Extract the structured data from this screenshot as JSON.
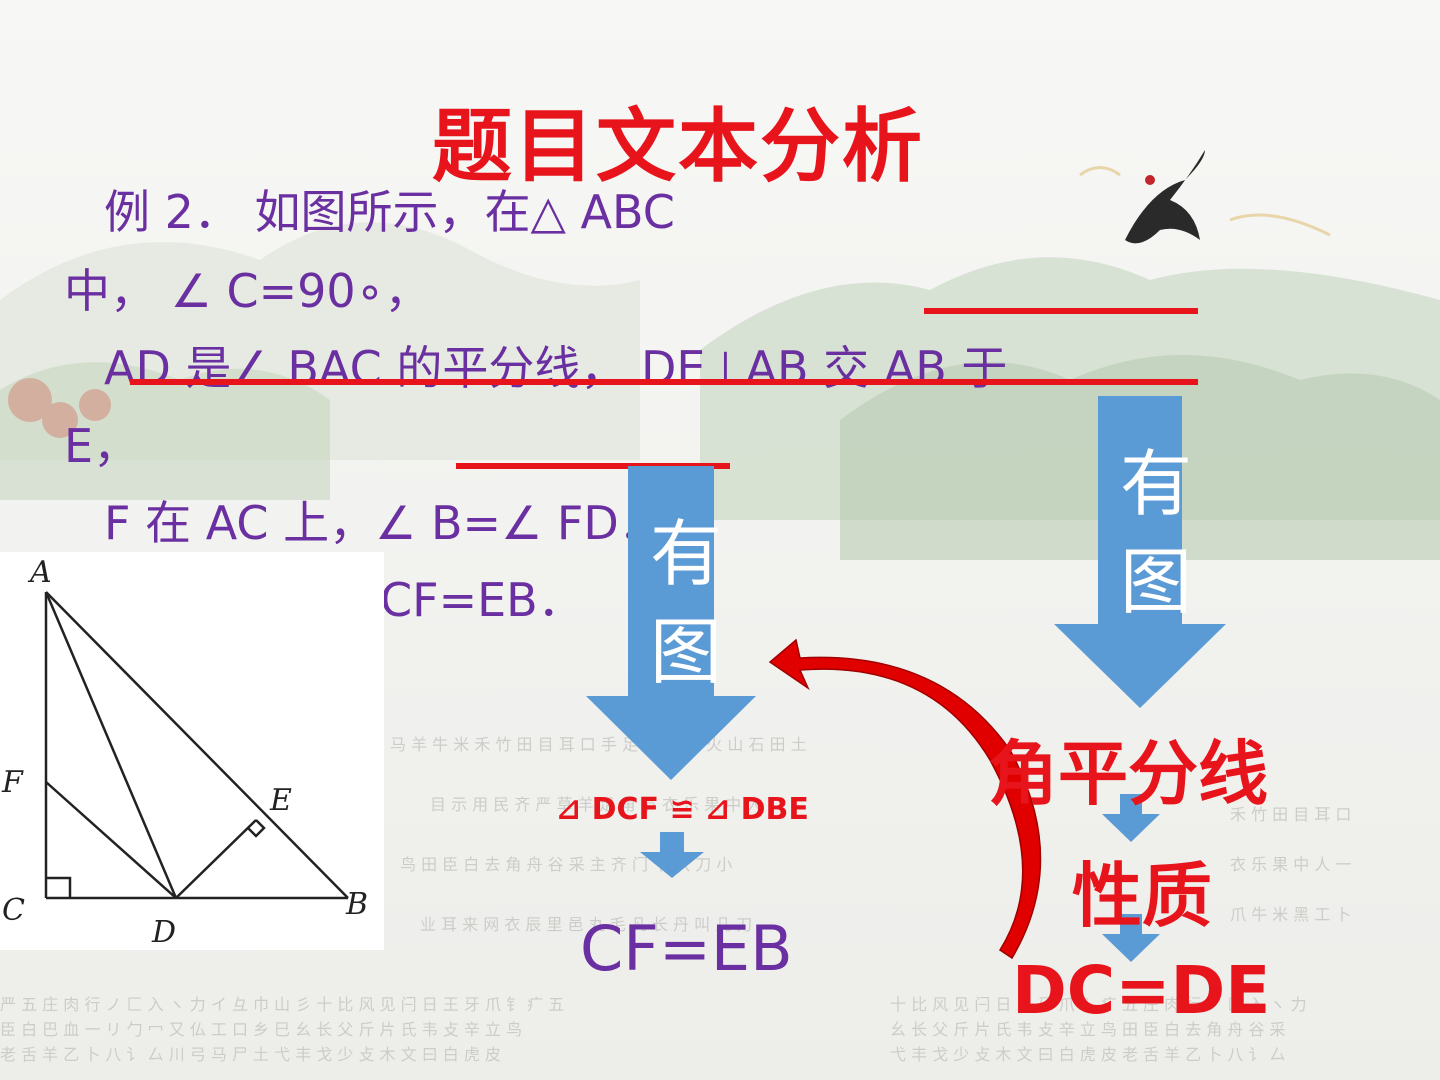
{
  "title": "题目文本分析",
  "problem": {
    "line1": "例 2． 如图所示，在△ ABC",
    "line2": "中， ∠ C=90∘，",
    "line3": "AD 是∠ BAC 的平分线， DE⊥AB 交 AB 于",
    "line4": "E，",
    "line5": "F 在 AC 上，∠ B=∠ FD．",
    "line6": "CF=EB．"
  },
  "figure_labels": {
    "A": "A",
    "B": "B",
    "C": "C",
    "D": "D",
    "E": "E",
    "F": "F"
  },
  "left_arrow": {
    "char1": "有",
    "char2": "图"
  },
  "right_arrow": {
    "char1": "有",
    "char2": "图"
  },
  "congruence": "⊿ DCF ≌ ⊿ DBE",
  "left_result": "CF=EB",
  "right_label1": "角平分线",
  "right_label2": "性质",
  "right_result": "DC=DE",
  "colors": {
    "accent_red": "#e8141c",
    "text_purple": "#6a2fa0",
    "arrow_blue": "#5b9bd5"
  }
}
